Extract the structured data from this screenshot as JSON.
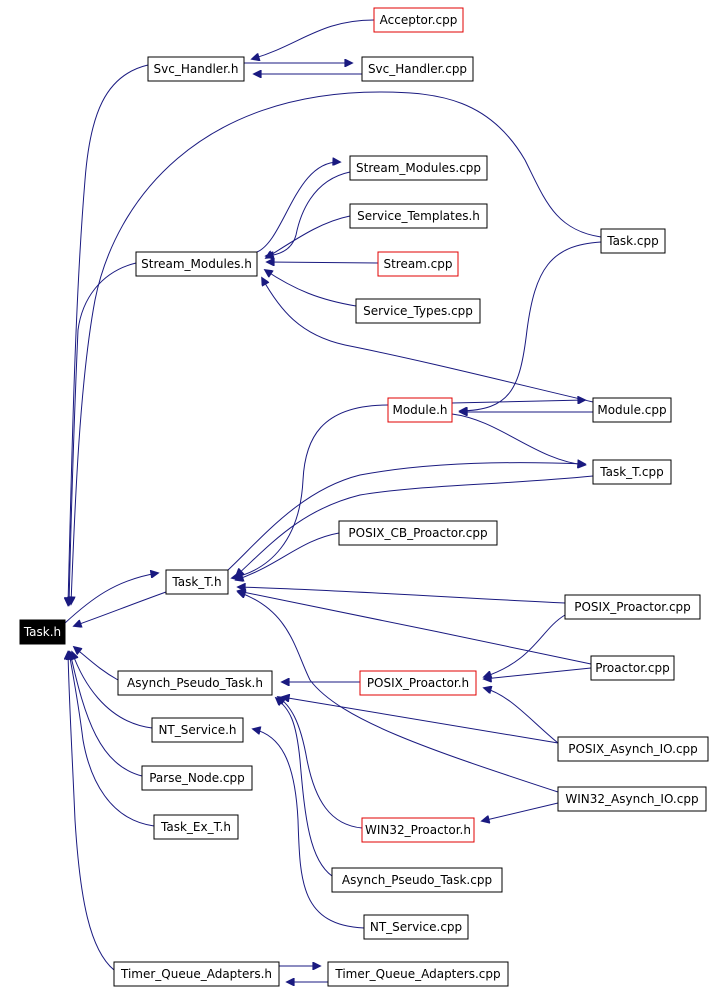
{
  "colors": {
    "edge": "#1a1a80",
    "node_border": "#000000",
    "external_node_border": "#e00000",
    "root_fill": "#000000",
    "root_text": "#ffffff"
  },
  "nodes": [
    {
      "id": "task_h",
      "label": "Task.h",
      "style": "root"
    },
    {
      "id": "acceptor_cpp",
      "label": "Acceptor.cpp",
      "style": "red"
    },
    {
      "id": "svc_handler_h",
      "label": "Svc_Handler.h",
      "style": "normal"
    },
    {
      "id": "svc_handler_cpp",
      "label": "Svc_Handler.cpp",
      "style": "normal"
    },
    {
      "id": "stream_modules_cpp",
      "label": "Stream_Modules.cpp",
      "style": "normal"
    },
    {
      "id": "service_templates_h",
      "label": "Service_Templates.h",
      "style": "normal"
    },
    {
      "id": "task_cpp",
      "label": "Task.cpp",
      "style": "normal"
    },
    {
      "id": "stream_modules_h",
      "label": "Stream_Modules.h",
      "style": "normal"
    },
    {
      "id": "stream_cpp",
      "label": "Stream.cpp",
      "style": "red"
    },
    {
      "id": "service_types_cpp",
      "label": "Service_Types.cpp",
      "style": "normal"
    },
    {
      "id": "module_h",
      "label": "Module.h",
      "style": "red"
    },
    {
      "id": "module_cpp",
      "label": "Module.cpp",
      "style": "normal"
    },
    {
      "id": "task_t_cpp",
      "label": "Task_T.cpp",
      "style": "normal"
    },
    {
      "id": "posix_cb_proactor_cpp",
      "label": "POSIX_CB_Proactor.cpp",
      "style": "normal"
    },
    {
      "id": "task_t_h",
      "label": "Task_T.h",
      "style": "normal"
    },
    {
      "id": "posix_proactor_cpp",
      "label": "POSIX_Proactor.cpp",
      "style": "normal"
    },
    {
      "id": "proactor_cpp",
      "label": "Proactor.cpp",
      "style": "normal"
    },
    {
      "id": "asynch_pseudo_task_h",
      "label": "Asynch_Pseudo_Task.h",
      "style": "normal"
    },
    {
      "id": "posix_proactor_h",
      "label": "POSIX_Proactor.h",
      "style": "red"
    },
    {
      "id": "nt_service_h",
      "label": "NT_Service.h",
      "style": "normal"
    },
    {
      "id": "posix_asynch_io_cpp",
      "label": "POSIX_Asynch_IO.cpp",
      "style": "normal"
    },
    {
      "id": "parse_node_cpp",
      "label": "Parse_Node.cpp",
      "style": "normal"
    },
    {
      "id": "win32_asynch_io_cpp",
      "label": "WIN32_Asynch_IO.cpp",
      "style": "normal"
    },
    {
      "id": "task_ex_t_h",
      "label": "Task_Ex_T.h",
      "style": "normal"
    },
    {
      "id": "win32_proactor_h",
      "label": "WIN32_Proactor.h",
      "style": "red"
    },
    {
      "id": "asynch_pseudo_task_cpp",
      "label": "Asynch_Pseudo_Task.cpp",
      "style": "normal"
    },
    {
      "id": "nt_service_cpp",
      "label": "NT_Service.cpp",
      "style": "normal"
    },
    {
      "id": "timer_queue_adapters_h",
      "label": "Timer_Queue_Adapters.h",
      "style": "normal"
    },
    {
      "id": "timer_queue_adapters_cpp",
      "label": "Timer_Queue_Adapters.cpp",
      "style": "normal"
    }
  ],
  "edges": [
    {
      "from": "svc_handler_h",
      "to": "task_h"
    },
    {
      "from": "acceptor_cpp",
      "to": "svc_handler_h"
    },
    {
      "from": "svc_handler_h",
      "to": "svc_handler_cpp"
    },
    {
      "from": "svc_handler_cpp",
      "to": "svc_handler_h"
    },
    {
      "from": "task_cpp",
      "to": "task_h"
    },
    {
      "from": "stream_modules_h",
      "to": "task_h"
    },
    {
      "from": "stream_modules_h",
      "to": "stream_modules_cpp"
    },
    {
      "from": "stream_modules_cpp",
      "to": "stream_modules_h"
    },
    {
      "from": "service_templates_h",
      "to": "stream_modules_h"
    },
    {
      "from": "stream_cpp",
      "to": "stream_modules_h"
    },
    {
      "from": "service_types_cpp",
      "to": "stream_modules_h"
    },
    {
      "from": "module_cpp",
      "to": "stream_modules_h"
    },
    {
      "from": "task_cpp",
      "to": "module_h"
    },
    {
      "from": "module_h",
      "to": "module_cpp"
    },
    {
      "from": "module_cpp",
      "to": "module_h"
    },
    {
      "from": "module_h",
      "to": "task_t_cpp"
    },
    {
      "from": "module_h",
      "to": "task_t_h"
    },
    {
      "from": "task_t_h",
      "to": "task_t_cpp"
    },
    {
      "from": "task_t_cpp",
      "to": "task_t_h"
    },
    {
      "from": "task_h",
      "to": "task_t_h"
    },
    {
      "from": "task_t_h",
      "to": "task_h"
    },
    {
      "from": "posix_cb_proactor_cpp",
      "to": "task_t_h"
    },
    {
      "from": "posix_proactor_cpp",
      "to": "task_t_h"
    },
    {
      "from": "proactor_cpp",
      "to": "task_t_h"
    },
    {
      "from": "win32_asynch_io_cpp",
      "to": "task_t_h"
    },
    {
      "from": "asynch_pseudo_task_h",
      "to": "task_h"
    },
    {
      "from": "posix_proactor_h",
      "to": "asynch_pseudo_task_h"
    },
    {
      "from": "posix_asynch_io_cpp",
      "to": "asynch_pseudo_task_h"
    },
    {
      "from": "win32_proactor_h",
      "to": "asynch_pseudo_task_h"
    },
    {
      "from": "asynch_pseudo_task_cpp",
      "to": "asynch_pseudo_task_h"
    },
    {
      "from": "posix_proactor_cpp",
      "to": "posix_proactor_h"
    },
    {
      "from": "proactor_cpp",
      "to": "posix_proactor_h"
    },
    {
      "from": "posix_asynch_io_cpp",
      "to": "posix_proactor_h"
    },
    {
      "from": "win32_asynch_io_cpp",
      "to": "win32_proactor_h"
    },
    {
      "from": "nt_service_h",
      "to": "task_h"
    },
    {
      "from": "nt_service_cpp",
      "to": "nt_service_h"
    },
    {
      "from": "parse_node_cpp",
      "to": "task_h"
    },
    {
      "from": "task_ex_t_h",
      "to": "task_h"
    },
    {
      "from": "timer_queue_adapters_h",
      "to": "task_h"
    },
    {
      "from": "timer_queue_adapters_h",
      "to": "timer_queue_adapters_cpp"
    },
    {
      "from": "timer_queue_adapters_cpp",
      "to": "timer_queue_adapters_h"
    }
  ]
}
